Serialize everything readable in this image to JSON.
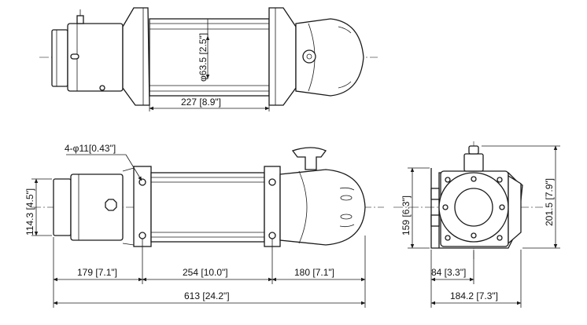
{
  "top_view": {
    "drum_diameter_label": "φ63.5 [2.5\"]",
    "drum_length_label": "227 [8.9\"]"
  },
  "front_view": {
    "bolt_holes_label": "4-φ11[0.43\"]",
    "motor_height_label": "114.3 [4.5\"]",
    "motor_length_label": "179 [7.1\"]",
    "drum_span_label": "254 [10.0\"]",
    "gearbox_length_label": "180 [7.1\"]",
    "overall_length_label": "613 [24.2\"]"
  },
  "side_view": {
    "height_label": "159 [6.3\"]",
    "overall_height_label": "201.5 [7.9\"]",
    "base_width_label": "84 [3.3\"]",
    "overall_width_label": "184.2 [7.3\"]"
  },
  "colors": {
    "line": "#1a1a1a",
    "centerline": "#555555",
    "background": "#ffffff"
  }
}
